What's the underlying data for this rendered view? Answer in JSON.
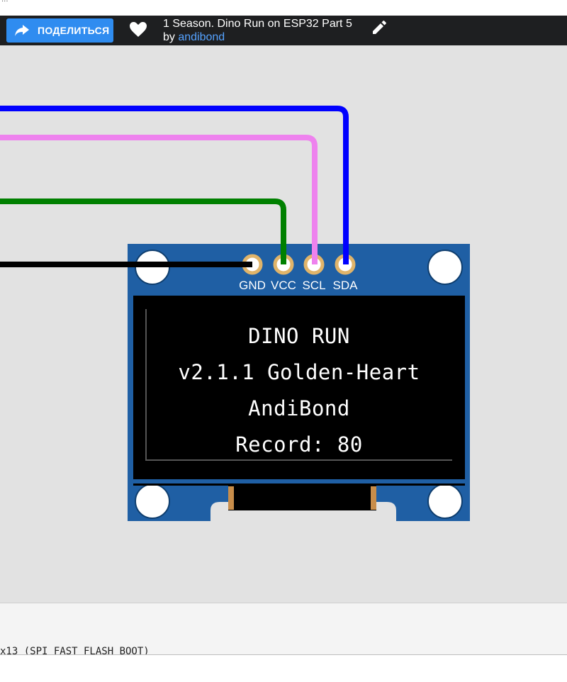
{
  "browser": {
    "corner_dots": "..."
  },
  "header": {
    "share_label": "ПОДЕЛИТЬСЯ",
    "project_title": "1 Season. Dino Run on ESP32 Part 5",
    "by_prefix": "by ",
    "author": "andibond"
  },
  "board": {
    "pins": [
      "GND",
      "VCC",
      "SCL",
      "SDA"
    ],
    "screen_lines": [
      "DINO RUN",
      "v2.1.1 Golden-Heart",
      "AndiBond",
      "Record: 80"
    ]
  },
  "wires": {
    "colors": [
      "#0000ff",
      "#ee82ee",
      "#008000",
      "#000000"
    ]
  },
  "console": {
    "line": "x13 (SPI_FAST_FLASH_BOOT)"
  },
  "colors": {
    "accent": "#2f8cf0",
    "board": "#1f5fa4",
    "canvas": "#e2e2e2"
  }
}
